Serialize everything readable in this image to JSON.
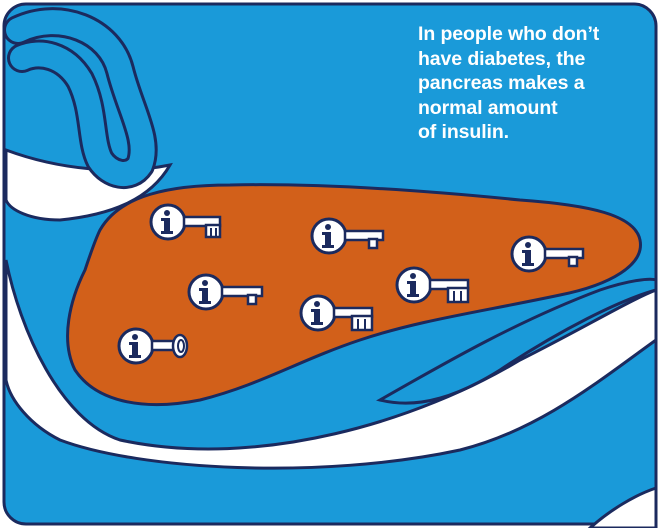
{
  "caption": {
    "lines": [
      "In people who don’t",
      "have diabetes, the",
      "pancreas makes a",
      "normal amount",
      "of insulin."
    ]
  },
  "colors": {
    "background_blue": "#1a9ad9",
    "pancreas_orange": "#d2601a",
    "outline_navy": "#1b2a5e",
    "white_body": "#ffffff",
    "key_fill": "#ffffff"
  },
  "keys": [
    {
      "icon": "insulin-key-icon",
      "teeth": "comb"
    },
    {
      "icon": "insulin-key-icon",
      "teeth": "notch"
    },
    {
      "icon": "insulin-key-icon",
      "teeth": "notch"
    },
    {
      "icon": "insulin-key-icon",
      "teeth": "notch"
    },
    {
      "icon": "insulin-key-icon",
      "teeth": "comb"
    },
    {
      "icon": "insulin-key-icon",
      "teeth": "comb"
    },
    {
      "icon": "insulin-key-icon",
      "teeth": "round"
    }
  ]
}
